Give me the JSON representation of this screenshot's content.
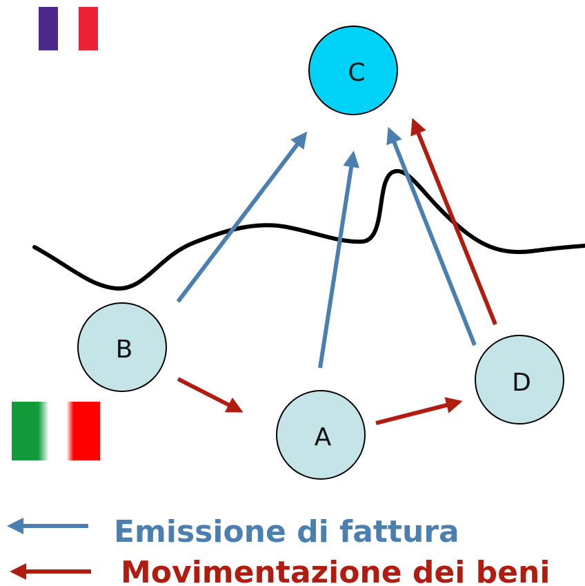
{
  "colors": {
    "invoice": "#4a7fb0",
    "goods": "#b01c10",
    "border": "#000000",
    "node_fill": "#c5e4e8",
    "node_c_fill": "#00d2f8"
  },
  "flags": [
    {
      "name": "france-flag-icon",
      "colors": [
        "#4b2a8c",
        "#ffffff",
        "#ec2337"
      ]
    },
    {
      "name": "italy-flag-icon",
      "colors": [
        "#109a3a",
        "#ffffff",
        "#fe0000"
      ]
    }
  ],
  "nodes": {
    "a": {
      "label": "A"
    },
    "b": {
      "label": "B"
    },
    "c": {
      "label": "C"
    },
    "d": {
      "label": "D"
    }
  },
  "legend": {
    "invoice_label": "Emissione di fattura",
    "goods_label": "Movimentazione dei beni"
  }
}
